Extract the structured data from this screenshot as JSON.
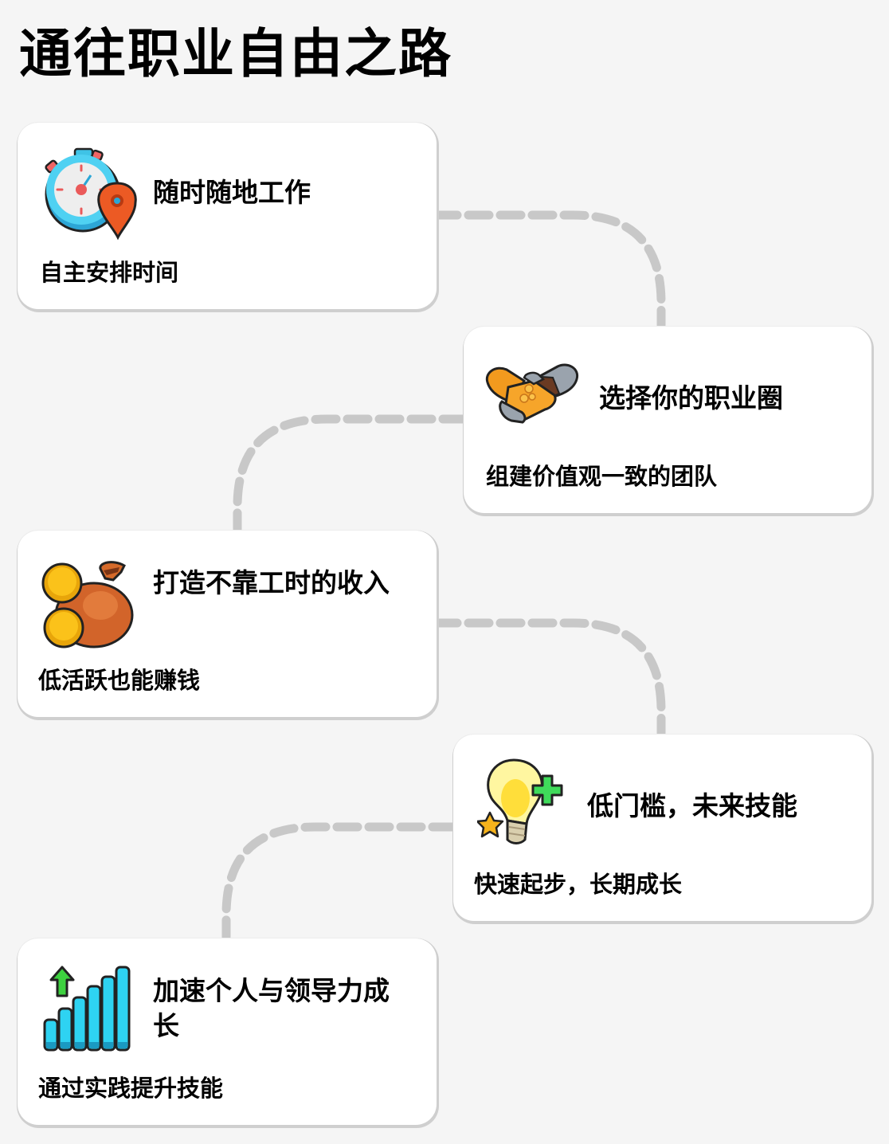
{
  "page": {
    "title": "通往职业自由之路",
    "background": "#f5f5f5",
    "connector_color": "#c8c8c8"
  },
  "steps": [
    {
      "icon": "stopwatch-location-icon",
      "title": "随时随地工作",
      "subtitle": "自主安排时间"
    },
    {
      "icon": "handshake-icon",
      "title": "选择你的职业圈",
      "subtitle": "组建价值观一致的团队"
    },
    {
      "icon": "money-bag-coins-icon",
      "title": "打造不靠工时的收入",
      "subtitle": "低活跃也能赚钱"
    },
    {
      "icon": "lightbulb-plus-star-icon",
      "title": "低门槛，未来技能",
      "subtitle": "快速起步，长期成长"
    },
    {
      "icon": "growth-bars-arrow-icon",
      "title": "加速个人与领导力成长",
      "subtitle": "通过实践提升技能"
    }
  ]
}
